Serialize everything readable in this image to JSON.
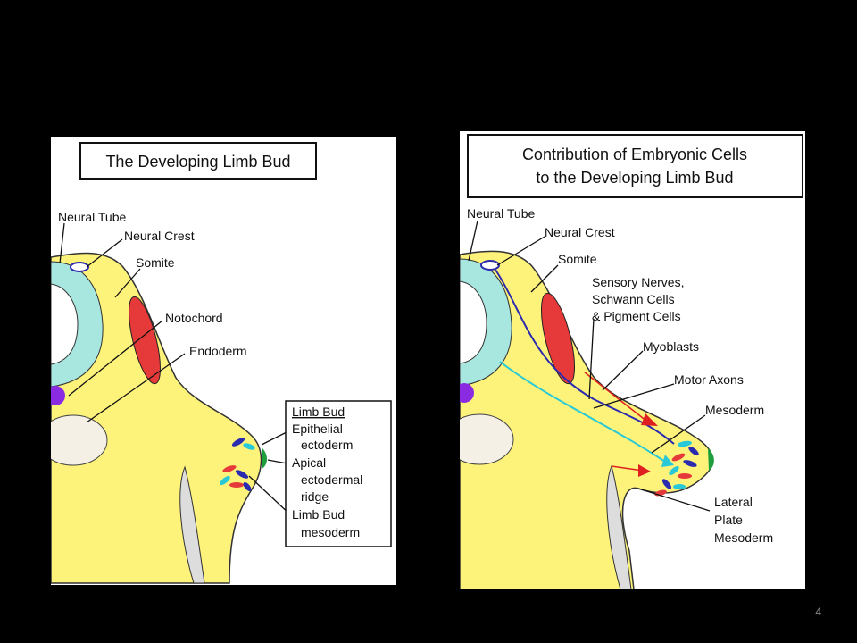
{
  "slide_number": "4",
  "colors": {
    "background": "#000000",
    "tissue_yellow": "#fdf27a",
    "tissue_light": "#fff8b8",
    "neural_tube_teal": "#a8e6e0",
    "somite_red": "#e63a3a",
    "notochord_purple": "#8a2be2",
    "ridge_green": "#1e9e3c",
    "nerve_blue": "#2b2bb0",
    "axon_cyan": "#27c9d8",
    "arrow_red": "#e02020"
  },
  "left": {
    "title": "The Developing Limb Bud",
    "labels": {
      "neural_tube": "Neural Tube",
      "neural_crest": "Neural Crest",
      "somite": "Somite",
      "notochord": "Notochord",
      "endoderm": "Endoderm"
    },
    "limb_bud_legend": {
      "heading": "Limb Bud",
      "lines": [
        "Epithelial",
        "ectoderm",
        "Apical",
        "ectodermal",
        "ridge",
        "Limb Bud",
        "mesoderm"
      ]
    }
  },
  "right": {
    "title_line1": "Contribution of Embryonic Cells",
    "title_line2": "to the Developing Limb Bud",
    "labels": {
      "neural_tube": "Neural Tube",
      "neural_crest": "Neural Crest",
      "somite": "Somite",
      "sensory_1": "Sensory Nerves,",
      "sensory_2": "Schwann Cells",
      "sensory_3": "& Pigment Cells",
      "myoblasts": "Myoblasts",
      "motor_axons": "Motor Axons",
      "mesoderm": "Mesoderm",
      "lateral_1": "Lateral",
      "lateral_2": "Plate",
      "lateral_3": "Mesoderm"
    }
  }
}
